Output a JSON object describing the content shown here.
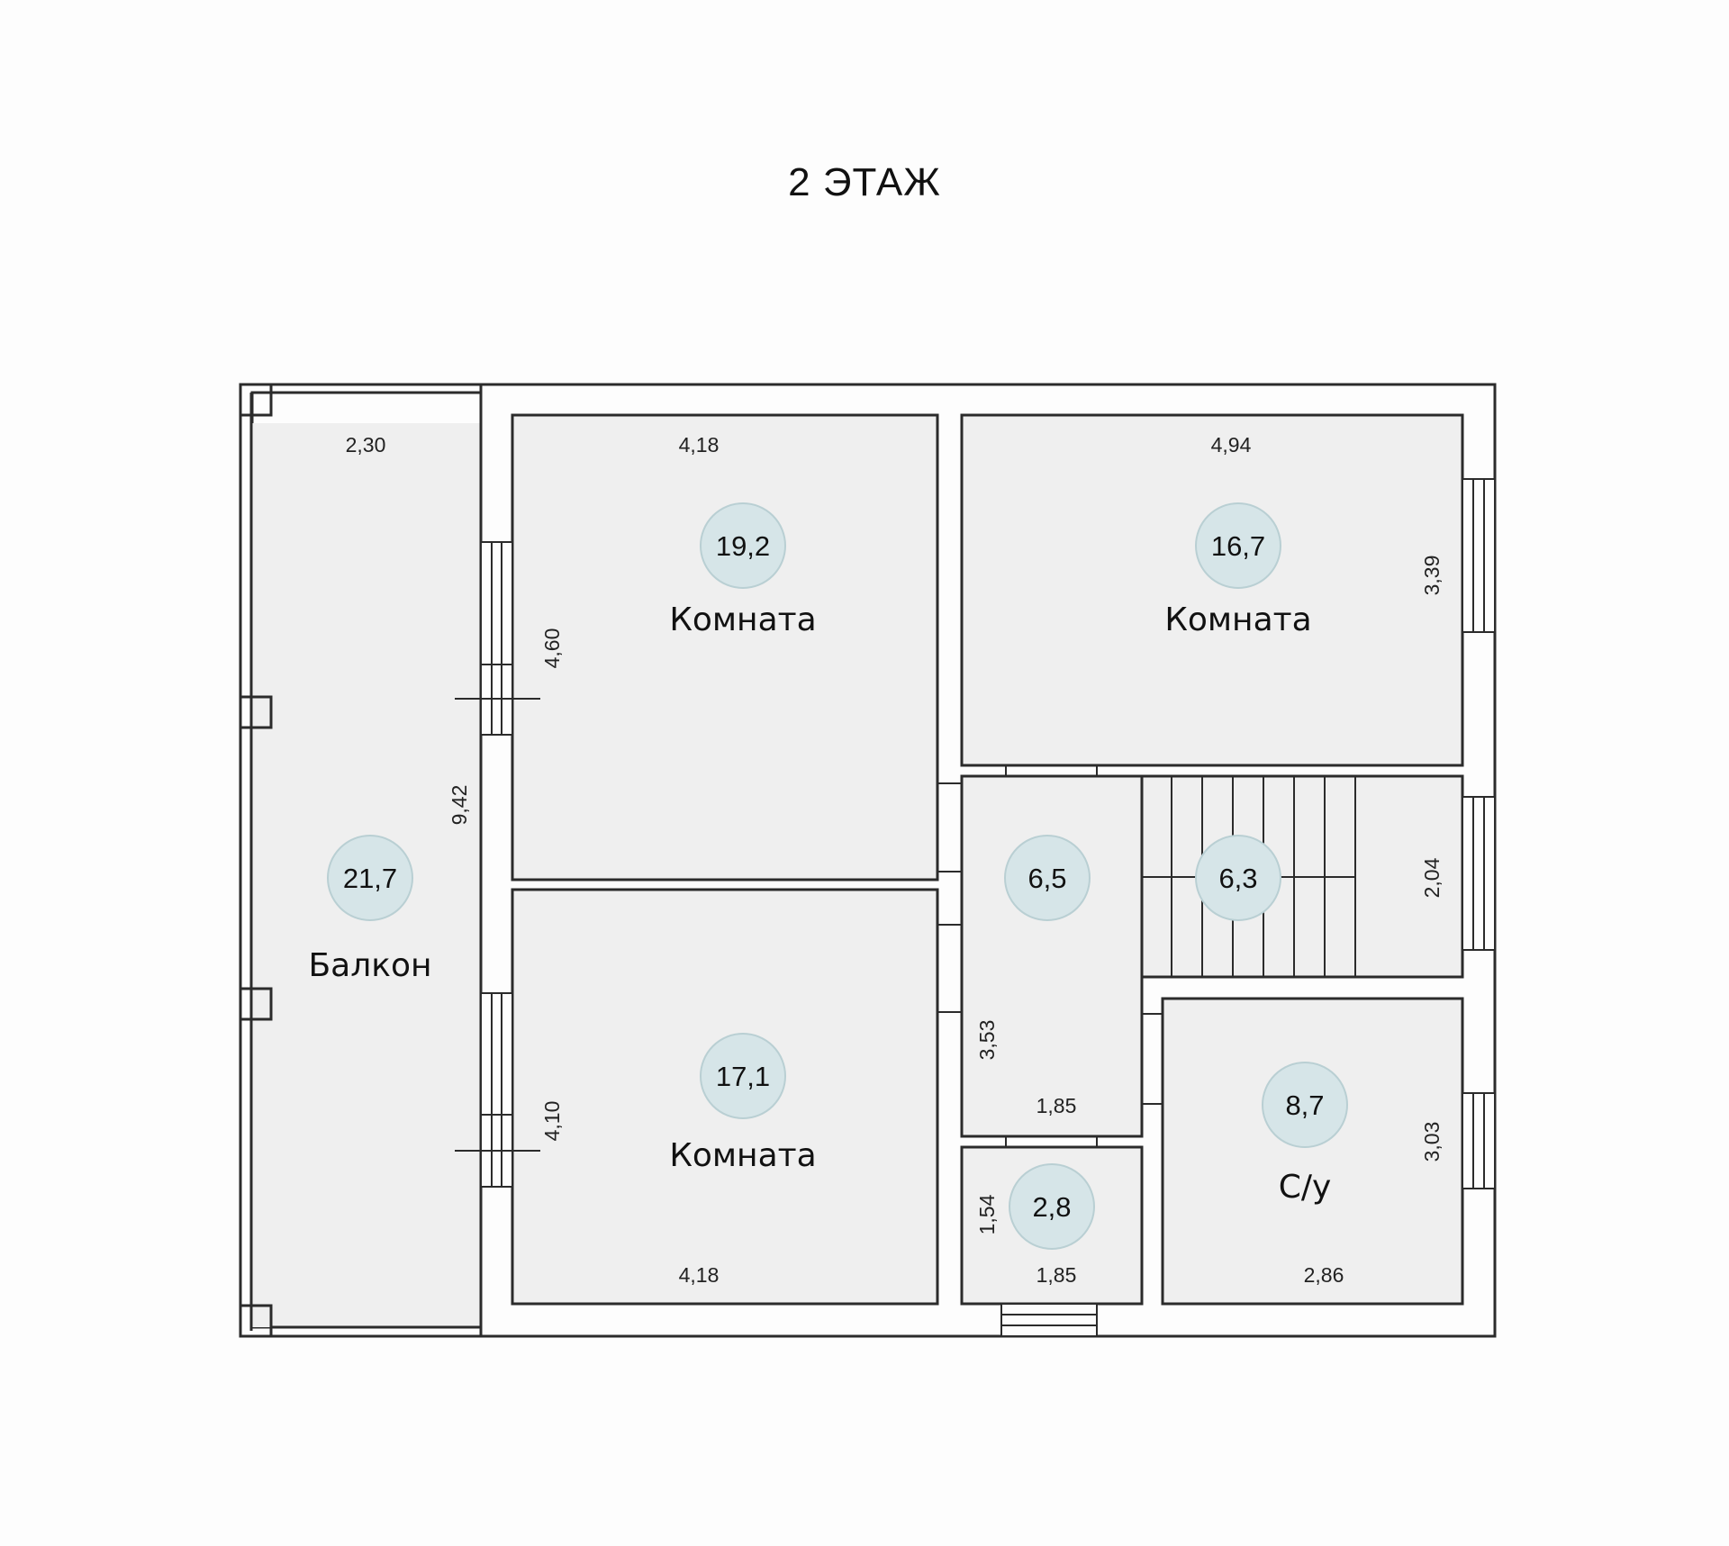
{
  "title": "2 ЭТАЖ",
  "colors": {
    "wall": "#2b2b2b",
    "room_fill": "#efefef",
    "badge_fill": "#d6e5e8",
    "background": "#fdfdfd"
  },
  "rooms": {
    "balcony": {
      "name": "Балкон",
      "area": "21,7",
      "dim_top": "2,30",
      "dim_side": "9,42"
    },
    "room_top_left": {
      "name": "Комната",
      "area": "19,2",
      "dim_top": "4,18",
      "dim_side": "4,60"
    },
    "room_top_right": {
      "name": "Комната",
      "area": "16,7",
      "dim_top": "4,94",
      "dim_side": "3,39"
    },
    "room_bottom_left": {
      "name": "Комната",
      "area": "17,1",
      "dim_bottom": "4,18",
      "dim_side": "4,10"
    },
    "hall": {
      "area": "6,5",
      "dim_bottom": "1,85",
      "dim_side": "3,53"
    },
    "stairs": {
      "area": "6,3",
      "dim_side": "2,04"
    },
    "small_room": {
      "area": "2,8",
      "dim_bottom": "1,85",
      "dim_side": "1,54"
    },
    "bathroom": {
      "name": "С/у",
      "area": "8,7",
      "dim_bottom": "2,86",
      "dim_side": "3,03"
    }
  }
}
